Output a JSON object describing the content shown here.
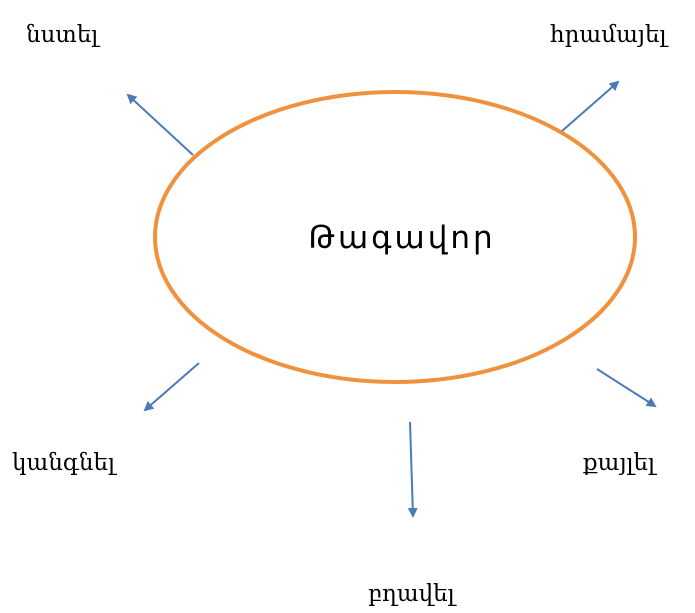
{
  "diagram": {
    "center": {
      "label": "Թագավոր"
    },
    "nodes": [
      {
        "label": "նստել"
      },
      {
        "label": "հրամայել"
      },
      {
        "label": "կանգնել"
      },
      {
        "label": "քայլել"
      },
      {
        "label": "բղավել"
      }
    ],
    "colors": {
      "ellipse_stroke": "#F0913E",
      "arrow": "#4A7AB8",
      "text": "#000000",
      "background": "#FFFFFF"
    }
  }
}
